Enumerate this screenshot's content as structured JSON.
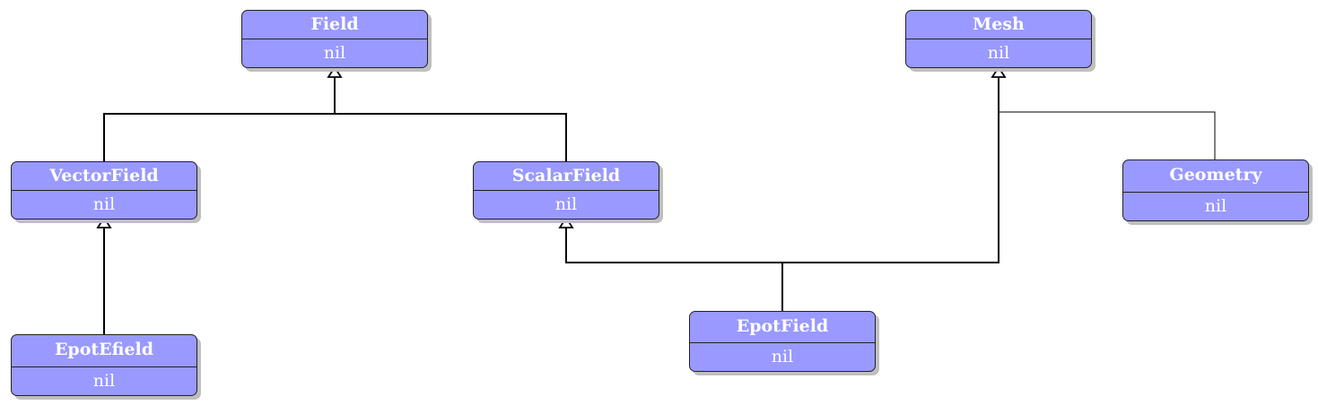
{
  "classes": [
    {
      "id": "field",
      "name": "Field",
      "attr": "nil"
    },
    {
      "id": "mesh",
      "name": "Mesh",
      "attr": "nil"
    },
    {
      "id": "vectorfield",
      "name": "VectorField",
      "attr": "nil"
    },
    {
      "id": "scalarfield",
      "name": "ScalarField",
      "attr": "nil"
    },
    {
      "id": "geometry",
      "name": "Geometry",
      "attr": "nil"
    },
    {
      "id": "epotefield",
      "name": "EpotEfield",
      "attr": "nil"
    },
    {
      "id": "epotfield",
      "name": "EpotField",
      "attr": "nil"
    }
  ],
  "relations": [
    {
      "from": "vectorfield",
      "to": "field",
      "type": "inheritance"
    },
    {
      "from": "scalarfield",
      "to": "field",
      "type": "inheritance"
    },
    {
      "from": "epotefield",
      "to": "vectorfield",
      "type": "inheritance"
    },
    {
      "from": "epotfield",
      "to": "scalarfield",
      "type": "inheritance"
    },
    {
      "from": "epotfield",
      "to": "mesh",
      "type": "inheritance"
    },
    {
      "from": "geometry",
      "to": "mesh",
      "type": "association"
    }
  ]
}
